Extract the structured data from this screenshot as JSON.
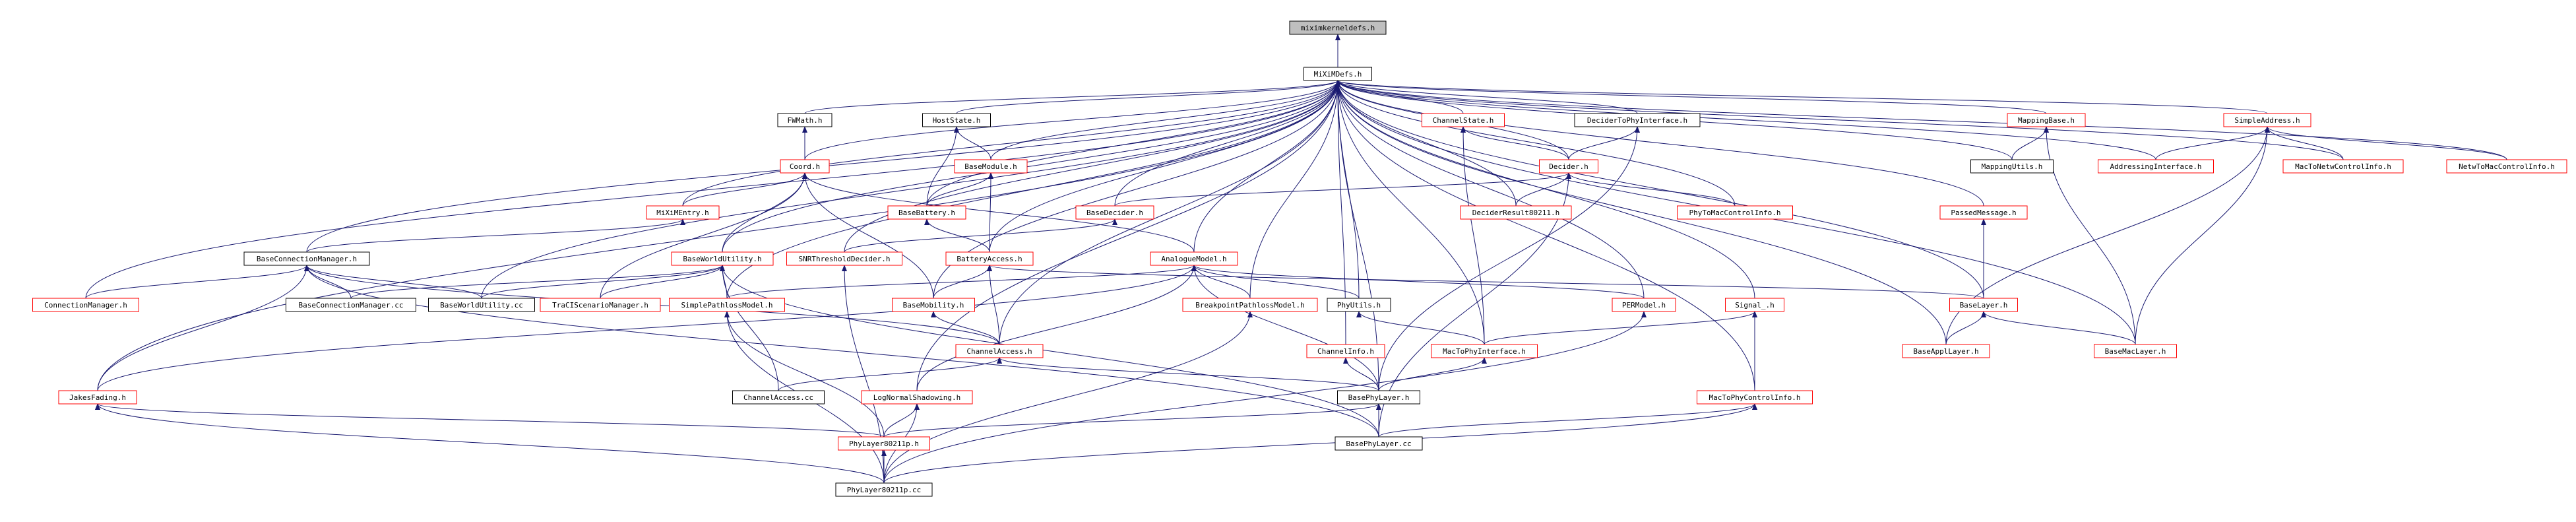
{
  "colors": {
    "edge": "#191970",
    "node_border_black": "#000000",
    "node_border_red": "#ff0000",
    "root_fill": "#bfbfbf",
    "node_fill": "#ffffff",
    "text": "#000000"
  },
  "nodes": [
    {
      "id": "root",
      "label": "miximkerneldefs.h",
      "border": "black",
      "fill": "root"
    },
    {
      "id": "MiXiMDefs",
      "label": "MiXiMDefs.h",
      "border": "black"
    },
    {
      "id": "FWMath",
      "label": "FWMath.h",
      "border": "black"
    },
    {
      "id": "HostState",
      "label": "HostState.h",
      "border": "black"
    },
    {
      "id": "ChannelState",
      "label": "ChannelState.h",
      "border": "red"
    },
    {
      "id": "DeciderToPhyInterface",
      "label": "DeciderToPhyInterface.h",
      "border": "black"
    },
    {
      "id": "MappingBase",
      "label": "MappingBase.h",
      "border": "red"
    },
    {
      "id": "SimpleAddress",
      "label": "SimpleAddress.h",
      "border": "red"
    },
    {
      "id": "Coord",
      "label": "Coord.h",
      "border": "red"
    },
    {
      "id": "BaseModule",
      "label": "BaseModule.h",
      "border": "red"
    },
    {
      "id": "Decider",
      "label": "Decider.h",
      "border": "red"
    },
    {
      "id": "MappingUtils",
      "label": "MappingUtils.h",
      "border": "black"
    },
    {
      "id": "AddressingInterface",
      "label": "AddressingInterface.h",
      "border": "red"
    },
    {
      "id": "MacToNetwControlInfo",
      "label": "MacToNetwControlInfo.h",
      "border": "red"
    },
    {
      "id": "NetwToMacControlInfo",
      "label": "NetwToMacControlInfo.h",
      "border": "red"
    },
    {
      "id": "MiXiMEntry",
      "label": "MiXiMEntry.h",
      "border": "red"
    },
    {
      "id": "BaseBattery",
      "label": "BaseBattery.h",
      "border": "red"
    },
    {
      "id": "BaseDecider",
      "label": "BaseDecider.h",
      "border": "red"
    },
    {
      "id": "DeciderResult80211",
      "label": "DeciderResult80211.h",
      "border": "red"
    },
    {
      "id": "PhyToMacControlInfo",
      "label": "PhyToMacControlInfo.h",
      "border": "red"
    },
    {
      "id": "PassedMessage",
      "label": "PassedMessage.h",
      "border": "red"
    },
    {
      "id": "BaseConnectionManager",
      "label": "BaseConnectionManager.h",
      "border": "black"
    },
    {
      "id": "BaseWorldUtility",
      "label": "BaseWorldUtility.h",
      "border": "red"
    },
    {
      "id": "SNRThresholdDecider",
      "label": "SNRThresholdDecider.h",
      "border": "red"
    },
    {
      "id": "BatteryAccess",
      "label": "BatteryAccess.h",
      "border": "red"
    },
    {
      "id": "AnalogueModel",
      "label": "AnalogueModel.h",
      "border": "red"
    },
    {
      "id": "ConnectionManager",
      "label": "ConnectionManager.h",
      "border": "red"
    },
    {
      "id": "BaseConnectionManagerCC",
      "label": "BaseConnectionManager.cc",
      "border": "black"
    },
    {
      "id": "BaseWorldUtilityCC",
      "label": "BaseWorldUtility.cc",
      "border": "black"
    },
    {
      "id": "TraCIScenarioManager",
      "label": "TraCIScenarioManager.h",
      "border": "red"
    },
    {
      "id": "SimplePathlossModel",
      "label": "SimplePathlossModel.h",
      "border": "red"
    },
    {
      "id": "BaseMobility",
      "label": "BaseMobility.h",
      "border": "red"
    },
    {
      "id": "BreakpointPathlossModel",
      "label": "BreakpointPathlossModel.h",
      "border": "red"
    },
    {
      "id": "PhyUtils",
      "label": "PhyUtils.h",
      "border": "black"
    },
    {
      "id": "PERModel",
      "label": "PERModel.h",
      "border": "red"
    },
    {
      "id": "Signal",
      "label": "Signal_.h",
      "border": "red"
    },
    {
      "id": "BaseLayer",
      "label": "BaseLayer.h",
      "border": "red"
    },
    {
      "id": "ChannelAccess",
      "label": "ChannelAccess.h",
      "border": "red"
    },
    {
      "id": "ChannelInfo",
      "label": "ChannelInfo.h",
      "border": "red"
    },
    {
      "id": "MacToPhyInterface",
      "label": "MacToPhyInterface.h",
      "border": "red"
    },
    {
      "id": "BaseApplLayer",
      "label": "BaseApplLayer.h",
      "border": "red"
    },
    {
      "id": "BaseMacLayer",
      "label": "BaseMacLayer.h",
      "border": "red"
    },
    {
      "id": "JakesFading",
      "label": "JakesFading.h",
      "border": "red"
    },
    {
      "id": "ChannelAccessCC",
      "label": "ChannelAccess.cc",
      "border": "black"
    },
    {
      "id": "LogNormalShadowing",
      "label": "LogNormalShadowing.h",
      "border": "red"
    },
    {
      "id": "BasePhyLayer",
      "label": "BasePhyLayer.h",
      "border": "black"
    },
    {
      "id": "MacToPhyControlInfo",
      "label": "MacToPhyControlInfo.h",
      "border": "red"
    },
    {
      "id": "PhyLayer80211p",
      "label": "PhyLayer80211p.h",
      "border": "red"
    },
    {
      "id": "BasePhyLayerCC",
      "label": "BasePhyLayer.cc",
      "border": "black"
    },
    {
      "id": "PhyLayer80211pCC",
      "label": "PhyLayer80211p.cc",
      "border": "black"
    }
  ],
  "edges": [
    [
      "MiXiMDefs",
      "root"
    ],
    [
      "FWMath",
      "MiXiMDefs"
    ],
    [
      "HostState",
      "MiXiMDefs"
    ],
    [
      "ChannelState",
      "MiXiMDefs"
    ],
    [
      "DeciderToPhyInterface",
      "MiXiMDefs"
    ],
    [
      "MappingBase",
      "MiXiMDefs"
    ],
    [
      "SimpleAddress",
      "MiXiMDefs"
    ],
    [
      "Coord",
      "MiXiMDefs"
    ],
    [
      "BaseModule",
      "MiXiMDefs"
    ],
    [
      "Decider",
      "MiXiMDefs"
    ],
    [
      "MappingUtils",
      "MiXiMDefs"
    ],
    [
      "AddressingInterface",
      "MiXiMDefs"
    ],
    [
      "MacToNetwControlInfo",
      "MiXiMDefs"
    ],
    [
      "NetwToMacControlInfo",
      "MiXiMDefs"
    ],
    [
      "MiXiMEntry",
      "MiXiMDefs"
    ],
    [
      "BaseBattery",
      "MiXiMDefs"
    ],
    [
      "BaseDecider",
      "MiXiMDefs"
    ],
    [
      "DeciderResult80211",
      "MiXiMDefs"
    ],
    [
      "PhyToMacControlInfo",
      "MiXiMDefs"
    ],
    [
      "PassedMessage",
      "MiXiMDefs"
    ],
    [
      "BaseConnectionManager",
      "MiXiMDefs"
    ],
    [
      "BaseWorldUtility",
      "MiXiMDefs"
    ],
    [
      "SNRThresholdDecider",
      "MiXiMDefs"
    ],
    [
      "BatteryAccess",
      "MiXiMDefs"
    ],
    [
      "AnalogueModel",
      "MiXiMDefs"
    ],
    [
      "ConnectionManager",
      "MiXiMDefs"
    ],
    [
      "SimplePathlossModel",
      "MiXiMDefs"
    ],
    [
      "BaseMobility",
      "MiXiMDefs"
    ],
    [
      "BreakpointPathlossModel",
      "MiXiMDefs"
    ],
    [
      "PhyUtils",
      "MiXiMDefs"
    ],
    [
      "PERModel",
      "MiXiMDefs"
    ],
    [
      "Signal",
      "MiXiMDefs"
    ],
    [
      "BaseLayer",
      "MiXiMDefs"
    ],
    [
      "ChannelAccess",
      "MiXiMDefs"
    ],
    [
      "ChannelInfo",
      "MiXiMDefs"
    ],
    [
      "MacToPhyInterface",
      "MiXiMDefs"
    ],
    [
      "BaseApplLayer",
      "MiXiMDefs"
    ],
    [
      "BaseMacLayer",
      "MiXiMDefs"
    ],
    [
      "JakesFading",
      "MiXiMDefs"
    ],
    [
      "LogNormalShadowing",
      "MiXiMDefs"
    ],
    [
      "BasePhyLayer",
      "MiXiMDefs"
    ],
    [
      "MacToPhyControlInfo",
      "MiXiMDefs"
    ],
    [
      "BaseWorldUtilityCC",
      "MiXiMDefs"
    ],
    [
      "Coord",
      "FWMath"
    ],
    [
      "BaseModule",
      "HostState"
    ],
    [
      "BaseBattery",
      "HostState"
    ],
    [
      "Decider",
      "ChannelState"
    ],
    [
      "MacToPhyInterface",
      "ChannelState"
    ],
    [
      "Decider",
      "DeciderToPhyInterface"
    ],
    [
      "BasePhyLayer",
      "DeciderToPhyInterface"
    ],
    [
      "MappingUtils",
      "MappingBase"
    ],
    [
      "BaseMacLayer",
      "MappingBase"
    ],
    [
      "AddressingInterface",
      "SimpleAddress"
    ],
    [
      "MacToNetwControlInfo",
      "SimpleAddress"
    ],
    [
      "NetwToMacControlInfo",
      "SimpleAddress"
    ],
    [
      "BaseApplLayer",
      "SimpleAddress"
    ],
    [
      "BaseMacLayer",
      "SimpleAddress"
    ],
    [
      "MiXiMEntry",
      "Coord"
    ],
    [
      "BaseWorldUtility",
      "Coord"
    ],
    [
      "AnalogueModel",
      "Coord"
    ],
    [
      "BaseMobility",
      "Coord"
    ],
    [
      "TraCIScenarioManager",
      "Coord"
    ],
    [
      "BaseBattery",
      "BaseModule"
    ],
    [
      "BatteryAccess",
      "BaseModule"
    ],
    [
      "BaseDecider",
      "Decider"
    ],
    [
      "DeciderResult80211",
      "Decider"
    ],
    [
      "PhyToMacControlInfo",
      "Decider"
    ],
    [
      "BasePhyLayerCC",
      "Decider"
    ],
    [
      "BaseConnectionManager",
      "MiXiMEntry"
    ],
    [
      "BatteryAccess",
      "BaseBattery"
    ],
    [
      "SNRThresholdDecider",
      "BaseDecider"
    ],
    [
      "BaseLayer",
      "PassedMessage"
    ],
    [
      "ConnectionManager",
      "BaseConnectionManager"
    ],
    [
      "BaseConnectionManagerCC",
      "BaseConnectionManager"
    ],
    [
      "BaseWorldUtilityCC",
      "BaseConnectionManager"
    ],
    [
      "ChannelAccess",
      "BaseConnectionManager"
    ],
    [
      "JakesFading",
      "BaseConnectionManager"
    ],
    [
      "BasePhyLayerCC",
      "BaseConnectionManager"
    ],
    [
      "BaseConnectionManagerCC",
      "BaseWorldUtility"
    ],
    [
      "BaseWorldUtilityCC",
      "BaseWorldUtility"
    ],
    [
      "TraCIScenarioManager",
      "BaseWorldUtility"
    ],
    [
      "SimplePathlossModel",
      "BaseWorldUtility"
    ],
    [
      "ChannelAccessCC",
      "BaseWorldUtility"
    ],
    [
      "BasePhyLayerCC",
      "BaseWorldUtility"
    ],
    [
      "PhyLayer80211pCC",
      "SNRThresholdDecider"
    ],
    [
      "BaseMobility",
      "BatteryAccess"
    ],
    [
      "ChannelAccess",
      "BatteryAccess"
    ],
    [
      "BaseLayer",
      "BatteryAccess"
    ],
    [
      "SimplePathlossModel",
      "AnalogueModel"
    ],
    [
      "BreakpointPathlossModel",
      "AnalogueModel"
    ],
    [
      "PhyUtils",
      "AnalogueModel"
    ],
    [
      "PERModel",
      "AnalogueModel"
    ],
    [
      "JakesFading",
      "AnalogueModel"
    ],
    [
      "LogNormalShadowing",
      "AnalogueModel"
    ],
    [
      "BasePhyLayer",
      "AnalogueModel"
    ],
    [
      "PhyLayer80211p",
      "SimplePathlossModel"
    ],
    [
      "PhyLayer80211pCC",
      "SimplePathlossModel"
    ],
    [
      "ChannelAccess",
      "BaseMobility"
    ],
    [
      "PhyLayer80211pCC",
      "BreakpointPathlossModel"
    ],
    [
      "MacToPhyInterface",
      "PhyUtils"
    ],
    [
      "PhyLayer80211pCC",
      "PERModel"
    ],
    [
      "MacToPhyInterface",
      "Signal"
    ],
    [
      "MacToPhyControlInfo",
      "Signal"
    ],
    [
      "BaseApplLayer",
      "BaseLayer"
    ],
    [
      "BaseMacLayer",
      "BaseLayer"
    ],
    [
      "ChannelAccessCC",
      "ChannelAccess"
    ],
    [
      "BasePhyLayer",
      "ChannelAccess"
    ],
    [
      "BasePhyLayer",
      "ChannelInfo"
    ],
    [
      "BasePhyLayer",
      "MacToPhyInterface"
    ],
    [
      "PhyLayer80211p",
      "JakesFading"
    ],
    [
      "PhyLayer80211pCC",
      "JakesFading"
    ],
    [
      "PhyLayer80211p",
      "LogNormalShadowing"
    ],
    [
      "PhyLayer80211pCC",
      "LogNormalShadowing"
    ],
    [
      "PhyLayer80211p",
      "BasePhyLayer"
    ],
    [
      "BasePhyLayerCC",
      "BasePhyLayer"
    ],
    [
      "BasePhyLayerCC",
      "MacToPhyControlInfo"
    ],
    [
      "PhyLayer80211pCC",
      "MacToPhyControlInfo"
    ],
    [
      "PhyLayer80211pCC",
      "PhyLayer80211p"
    ]
  ]
}
